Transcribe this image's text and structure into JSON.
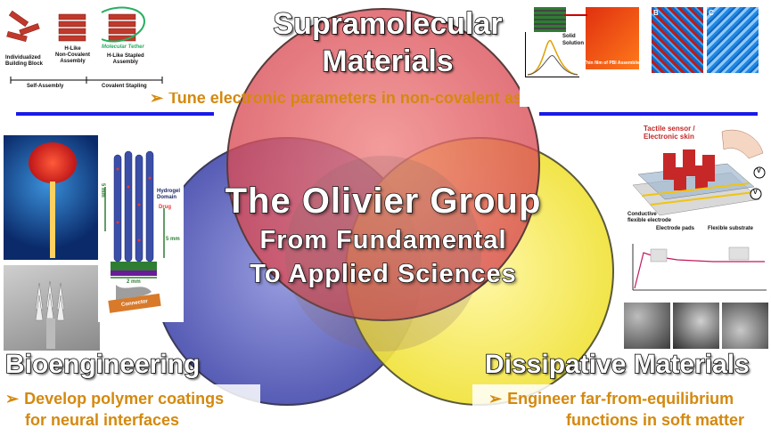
{
  "heading_top_line1": "Supramolecular",
  "heading_top_line2": "Materials",
  "bullet_top": "Tune electronic parameters in non-covalent assemblies",
  "center_title": "The Olivier Group",
  "center_sub1": "From Fundamental",
  "center_sub2": "To Applied Sciences",
  "heading_left": "Bioengineering",
  "bullet_left_line1": "Develop polymer coatings",
  "bullet_left_line2": "for neural interfaces",
  "heading_right": "Dissipative Materials",
  "bullet_right_line1": "Engineer far-from-equilibrium",
  "bullet_right_line2": "functions in soft matter",
  "bullet_symbol": "➢",
  "assembly_labels": {
    "individualized": "Individualized\nBuilding Block",
    "hlike_noncovalent": "H-Like\nNon-Covalent\nAssembly",
    "hlike_stapled": "H-Like Stapled\nAssembly",
    "tether": "Molecular Tether",
    "self_assembly": "Self-Assembly",
    "covalent_stapling": "Covalent Stapling"
  },
  "pbi_labels": {
    "solid": "Solid",
    "solution": "Solution",
    "thin_film": "Thin film of PBI Assemblies",
    "panel_b": "B",
    "panel_c": "C"
  },
  "probe_labels": {
    "hydrogel_domain": "Hydrogel\nDomain",
    "drug": "Drug",
    "dim_5mm_a": "5 mm",
    "dim_5mm_b": "5 mm",
    "dim_2mm": "2 mm",
    "connector": "Connector"
  },
  "sensor_labels": {
    "title": "Tactile sensor /\nElectronic skin",
    "conductive": "Conductive\nflexible electrode",
    "electrode_pads": "Electrode pads",
    "flexible_substrate": "Flexible substrate",
    "v1": "V",
    "v2": "V"
  },
  "colors": {
    "red_circle": "#d9534f",
    "blue_circle": "#5b5fb3",
    "yellow_circle": "#f2e63a",
    "orange_text": "#d4890f",
    "blue_bar": "#1a1ae6"
  }
}
